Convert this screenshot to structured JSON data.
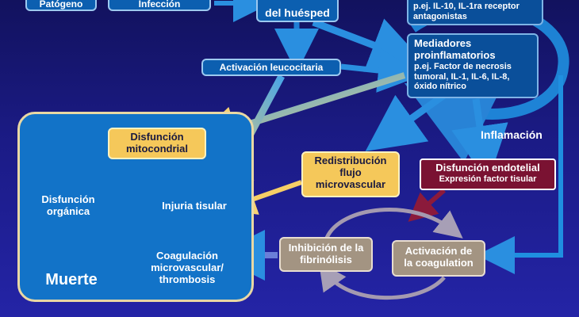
{
  "nodes": {
    "patogeno": "Patógeno",
    "infeccion": "Infección",
    "huesped": "del huésped",
    "antiinflamatorios_line1": "p.ej. IL-10, IL-1ra receptor",
    "antiinflamatorios_line2": "antagonistas",
    "mediadores_title1": "Mediadores",
    "mediadores_title2": "proinflamatorios",
    "mediadores_detail1": "p.ej. Factor de necrosis",
    "mediadores_detail2": "tumoral, IL-1, IL-6, IL-8,",
    "mediadores_detail3": "óxido nítrico",
    "activacion_leucocitaria": "Activación leucocitaria",
    "inflamacion": "Inflamación",
    "disfuncion_mito1": "Disfunción",
    "disfuncion_mito2": "mitocondrial",
    "redistribucion1": "Redistribución",
    "redistribucion2": "flujo",
    "redistribucion3": "microvascular",
    "disfuncion_endotelial": "Disfunción endotelial",
    "expresion_tisular": "Expresión factor tisular",
    "disfuncion_organica1": "Disfunción",
    "disfuncion_organica2": "orgánica",
    "injuria_tisular": "Injuria tisular",
    "coagulacion1": "Coagulación",
    "coagulacion2": "microvascular/",
    "coagulacion3": "thrombosis",
    "muerte": "Muerte",
    "inhibicion1": "Inhibición de la",
    "inhibicion2": "fibrinólisis",
    "activacion_coag1": "Activación de",
    "activacion_coag2": "la coagulation"
  },
  "colors": {
    "background": "#1b1b86",
    "box_blue": "#0c5fb0",
    "box_yellow": "#f5c85a",
    "box_grey": "#a39482",
    "box_maroon": "#7a1232",
    "arrow_yellow": "#f6cf66",
    "arrow_blue": "#1f8fe0",
    "cycle_grey": "#a49ab0"
  }
}
